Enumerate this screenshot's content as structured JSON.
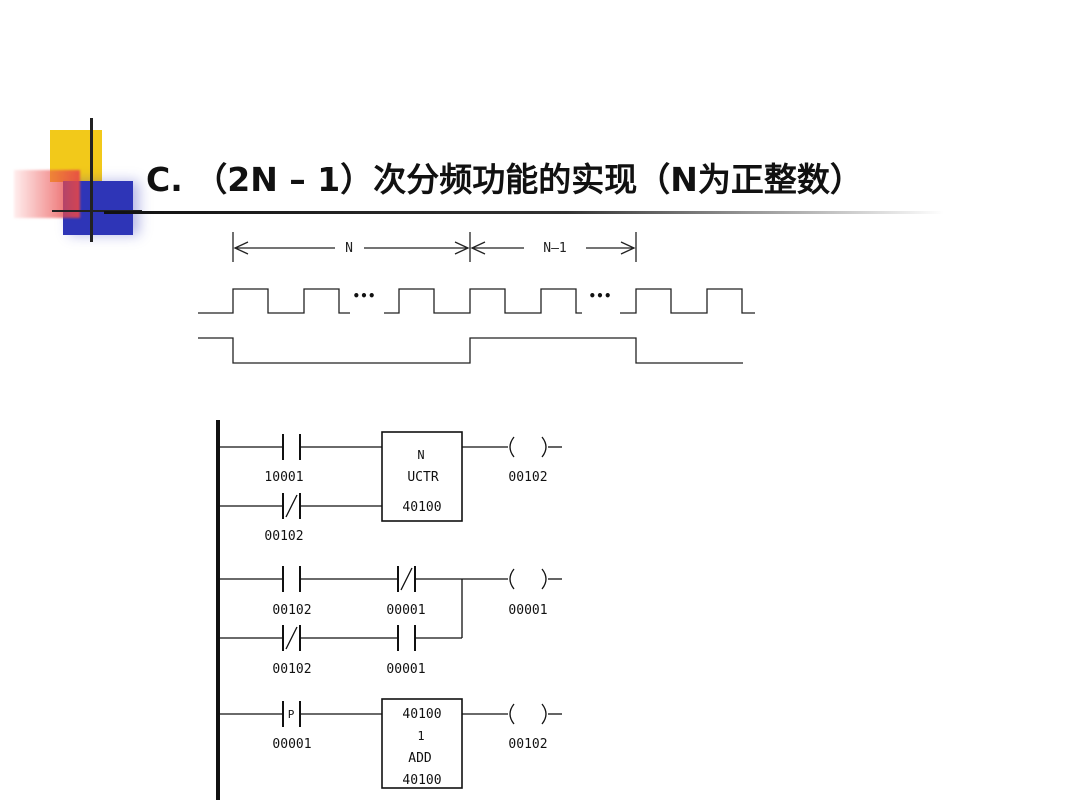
{
  "slide": {
    "title": "C. （2N – 1）次分频功能的实现（N为正整数）"
  },
  "timing": {
    "interval_1_label": "N",
    "interval_2_label": "N—1",
    "ellipsis_1": "•••",
    "ellipsis_2": "•••"
  },
  "ladder": {
    "rung1": {
      "contact_top": "10001",
      "contact_bottom": "00102",
      "block_line1": "N",
      "block_line2": "UCTR",
      "block_line3": "40100",
      "coil": "00102"
    },
    "rung2": {
      "contact_a": "00102",
      "contact_b": "00001",
      "contact_c": "00102",
      "contact_d": "00001",
      "coil": "00001"
    },
    "rung3": {
      "contact_marker": "P",
      "contact": "00001",
      "block_line1": "40100",
      "block_line2": "1",
      "block_line3": "ADD",
      "block_line4": "40100",
      "coil": "00102"
    }
  }
}
